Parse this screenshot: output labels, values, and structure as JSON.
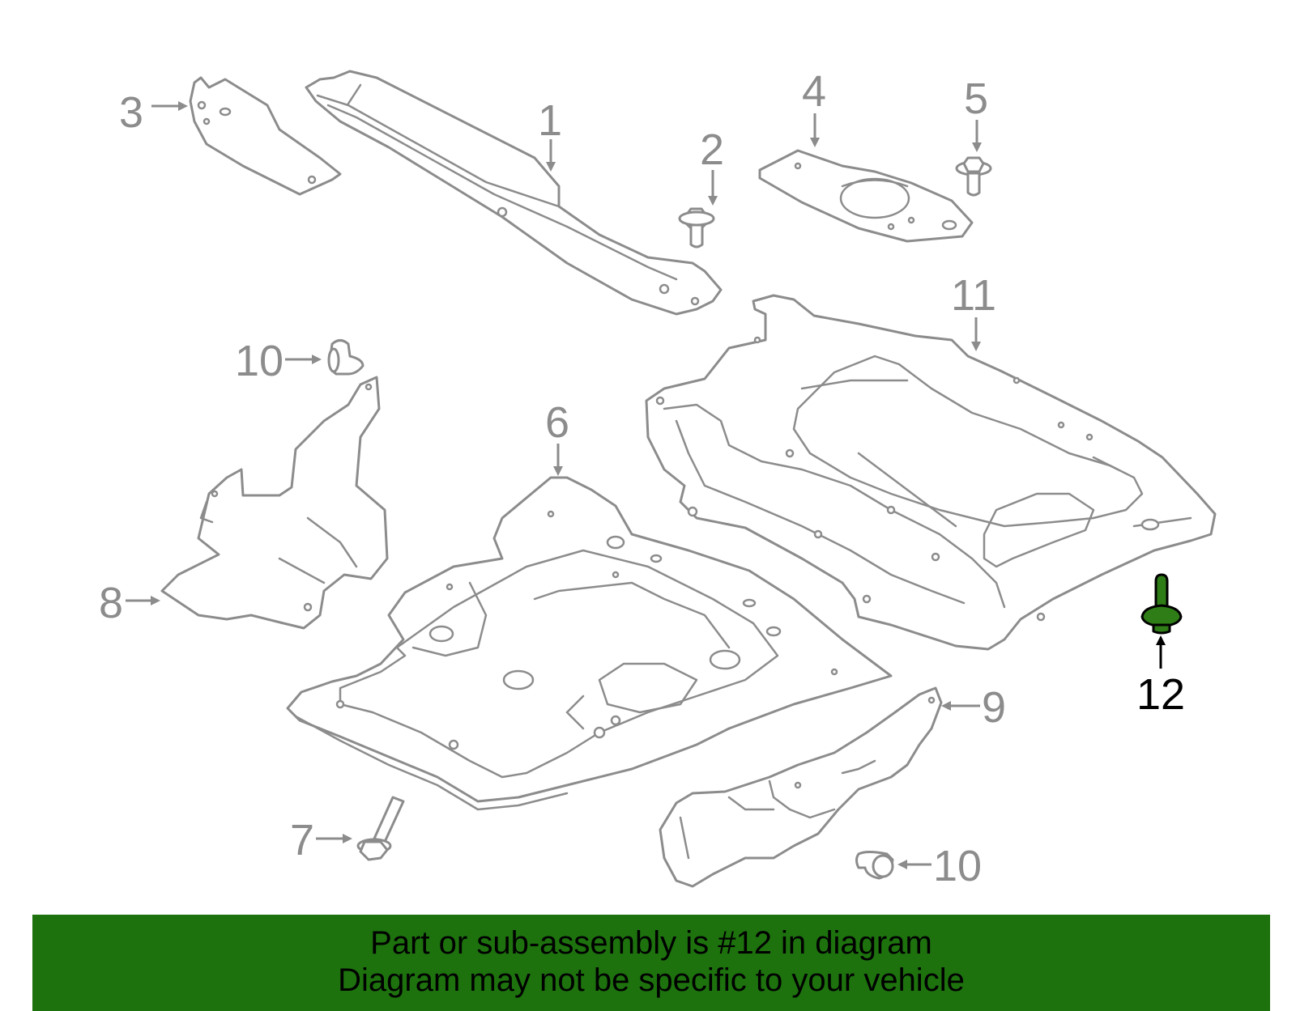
{
  "diagram": {
    "callouts": {
      "c1": "1",
      "c2": "2",
      "c3": "3",
      "c4": "4",
      "c5": "5",
      "c6": "6",
      "c7": "7",
      "c8": "8",
      "c9": "9",
      "c10a": "10",
      "c10b": "10",
      "c11": "11",
      "c12": "12"
    },
    "highlighted_part": "12",
    "colors": {
      "line": "#8c8c8c",
      "highlight_fill": "#2f7d16",
      "banner": "#1d720e"
    }
  },
  "footer": {
    "line1": "Part or sub-assembly is #12 in diagram",
    "line2": "Diagram may not be specific to your vehicle"
  }
}
